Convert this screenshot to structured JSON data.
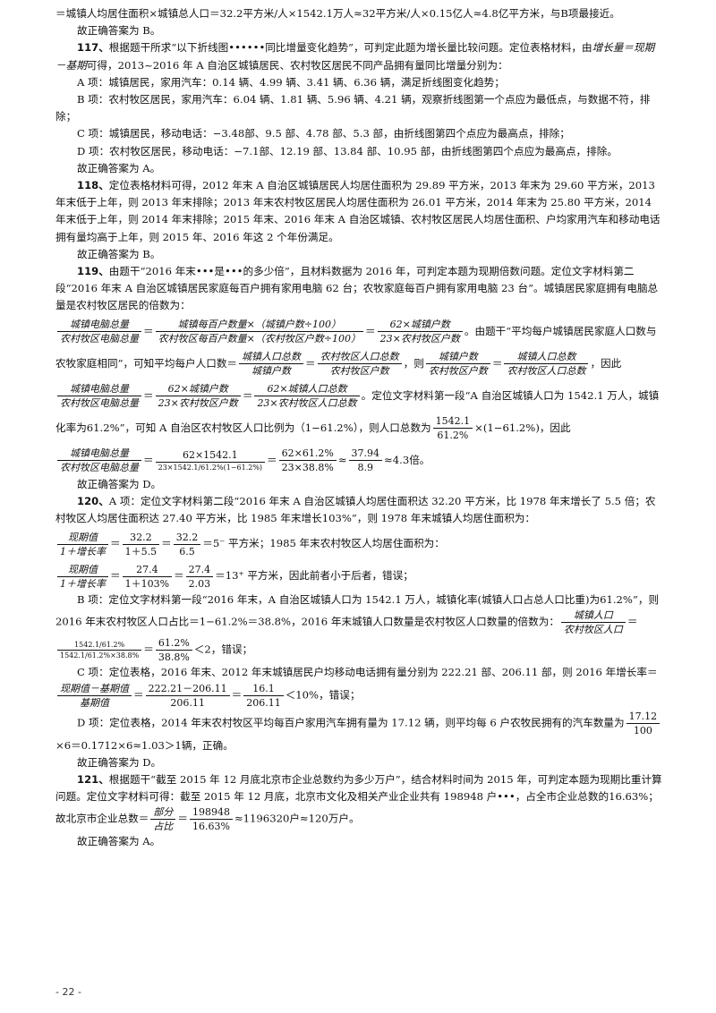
{
  "p0": {
    "l1": "＝城镇人均居住面积×城镇总人口＝32.2平方米/人×1542.1万人≈32平方米/人×0.15亿人≈4.8亿平方米，与B项最接近。",
    "ans": "故正确答案为 B。"
  },
  "q117": {
    "num": "117、",
    "t1": "根据题干所求“以下折线图••••••同比增量变化趋势”，可判定此题为增长量比较问题。定位表格材料，由",
    "formula": "增长量＝现期－基期",
    "t2": "可得，2013~2016 年 A 自治区城镇居民、农村牧区居民不同产品拥有量同比增量分别为：",
    "a": "A 项：城镇居民，家用汽车：0.14 辆、4.99 辆、3.41 辆、6.36 辆，满足折线图变化趋势；",
    "b": "B 项：农村牧区居民，家用汽车：6.04 辆、1.81 辆、5.96 辆、4.21 辆，观察折线图第一个点应为最低点，与数据不符，排除；",
    "c": "C 项：城镇居民，移动电话：−3.48部、9.5 部、4.78 部、5.3 部，由折线图第四个点应为最高点，排除；",
    "d": "D 项：农村牧区居民，移动电话：−7.1部、12.19 部、13.84 部、10.95 部，由折线图第四个点应为最高点，排除。",
    "ans": "故正确答案为 A。"
  },
  "q118": {
    "num": "118、",
    "t1": "定位表格材料可得，2012 年末 A 自治区城镇居民人均居住面积为 29.89 平方米，2013 年末为 29.60 平方米，2013 年末低于上年，则 2013 年末排除；2013 年末农村牧区居民人均居住面积为 26.01 平方米，2014 年末为 25.80 平方米，2014 年末低于上年，则 2014 年末排除；2015 年末、2016 年末 A 自治区城镇、农村牧区居民人均居住面积、户均家用汽车和移动电话拥有量均高于上年，则 2015 年、2016 年这 2 个年份满足。",
    "ans": "故正确答案为 B。"
  },
  "q119": {
    "num": "119、",
    "t1": "由题干“2016 年末•••是•••的多少倍”，且材料数据为 2016 年，可判定本题为现期倍数问题。定位文字材料第二段“2016 年末 A 自治区城镇居民家庭每百户拥有家用电脑 62 台；农牧家庭每百户拥有家用电脑 23 台”。城镇居民家庭拥有电脑总量是农村牧区居民的倍数为：",
    "f1n": "城镇电脑总量",
    "f1d": "农村牧区电脑总量",
    "f2n": "城镇每百户数量×（城镇户数÷100）",
    "f2d": "农村牧区每百户数量×（农村牧区户数÷100）",
    "f3n": "62×城镇户数",
    "f3d": "23×农村牧区户数",
    "t2": "。由题干“平均每户城镇居民家庭人口数与农牧家庭相同”，可知平均每户人口数＝",
    "f4n": "城镇人口总数",
    "f4d": "城镇户数",
    "f5n": "农村牧区人口总数",
    "f5d": "农村牧区户数",
    "t3": "，则",
    "f6n": "城镇户数",
    "f6d": "农村牧区户数",
    "f7n": "城镇人口总数",
    "f7d": "农村牧区人口总数",
    "t4": "，因此",
    "f8n": "城镇电脑总量",
    "f8d": "农村牧区电脑总量",
    "f9n": "62×城镇户数",
    "f9d": "23×农村牧区户数",
    "f10n": "62×城镇人口总数",
    "f10d": "23×农村牧区人口总数",
    "t5": "。定位文字材料第一段“A 自治区城镇人口为 1542.1 万人，城镇化率为61.2%”，可知 A 自治区农村牧区人口比例为（1−61.2%），则人口总数为",
    "f11n": "1542.1",
    "f11d": "61.2%",
    "t6": "×(1−61.2%)，因此",
    "f12n": "城镇电脑总量",
    "f12d": "农村牧区电脑总量",
    "f13n": "62×1542.1",
    "f13d": "23×1542.1/61.2%(1−61.2%)",
    "f14n": "62×61.2%",
    "f14d": "23×38.8%",
    "f15n": "37.94",
    "f15d": "8.9",
    "t7": "≈4.3倍。",
    "ans": "故正确答案为 D。"
  },
  "q120": {
    "num": "120、",
    "t1": "A 项：定位文字材料第二段“2016 年末 A 自治区城镇人均居住面积达 32.20 平方米，比 1978 年末增长了 5.5 倍；农村牧区人均居住面积达 27.40 平方米，比 1985 年末增长103%”，则 1978 年末城镇人均居住面积为：",
    "fa1n": "现期值",
    "fa1d": "1＋增长率",
    "fa2n": "32.2",
    "fa2d": "1＋5.5",
    "fa3n": "32.2",
    "fa3d": "6.5",
    "t2": "＝5⁻ 平方米；1985 年末农村牧区人均居住面积为：",
    "fb1n": "现期值",
    "fb1d": "1＋增长率",
    "fb2n": "27.4",
    "fb2d": "1＋103%",
    "fb3n": "27.4",
    "fb3d": "2.03",
    "t3": "＝13⁺ 平方米，因此前者小于后者，错误；",
    "b1": "B 项：定位文字材料第一段“2016 年末，A 自治区城镇人口为 1542.1 万人，城镇化率(城镇人口占总人口比重)为61.2%”，则 2016 年末农村牧区人口占比＝1−61.2%＝38.8%，2016 年末城镇人口数量是农村牧区人口数量的倍数为：",
    "fc1n": "城镇人口",
    "fc1d": "农村牧区人口",
    "fc2n": "1542.1/61.2%",
    "fc2d": "1542.1/61.2%×38.8%",
    "fc3n": "61.2%",
    "fc3d": "38.8%",
    "b2": "＜2，错误；",
    "c1": "C 项：定位表格，2016 年末、2012 年末城镇居民户均移动电话拥有量分别为 222.21 部、206.11 部，则 2016 年增长率",
    "fd1n": "现期值－基期值",
    "fd1d": "基期值",
    "fd2n": "222.21－206.11",
    "fd2d": "206.11",
    "fd3n": "16.1",
    "fd3d": "206.11",
    "c2": "＜10%，错误；",
    "d1": "D 项：定位表格，2014 年末农村牧区平均每百户家用汽车拥有量为 17.12 辆，则平均每 6 户农牧民拥有的汽车数量为",
    "fe1n": "17.12",
    "fe1d": "100",
    "d2": "×6＝0.1712×6≈1.03＞1辆，正确。",
    "ans": "故正确答案为 D。"
  },
  "q121": {
    "num": "121、",
    "t1": "根据题干“截至 2015 年 12 月底北京市企业总数约为多少万户”，结合材料时间为 2015 年，可判定本题为现期比重计算问题。定位文字材料可得：截至 2015 年 12 月底，北京市文化及相关产业企业共有 198948 户•••，占全市企业总数的16.63%；故北京市企业总数＝",
    "fn": "部分",
    "fd": "占比",
    "gn": "198948",
    "gd": "16.63%",
    "t2": "≈1196320户≈120万户。",
    "ans": "故正确答案为 A。"
  },
  "page_number": "- 22 -"
}
